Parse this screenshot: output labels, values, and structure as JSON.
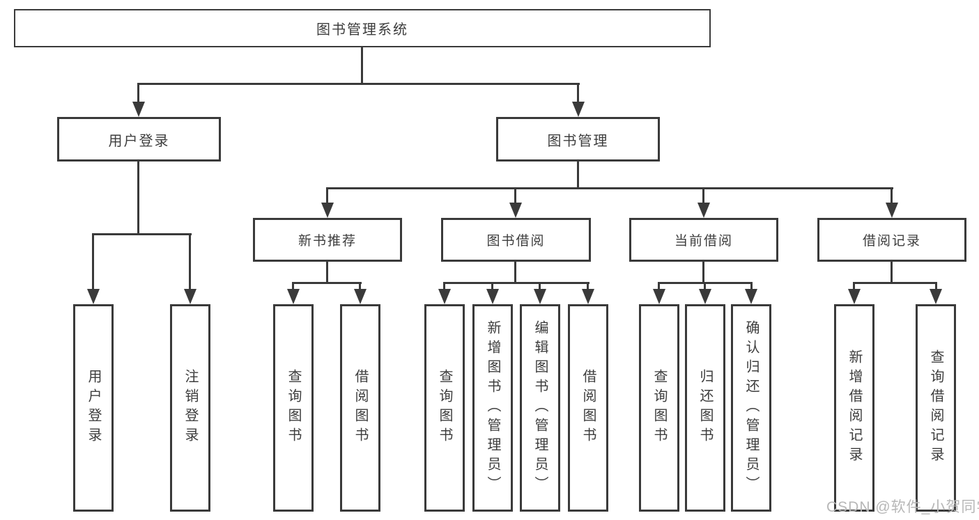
{
  "diagram": {
    "root": {
      "label": "图书管理系统"
    },
    "level2": [
      {
        "id": "user-login",
        "label": "用户登录",
        "parent": "图书管理系统"
      },
      {
        "id": "book-management",
        "label": "图书管理",
        "parent": "图书管理系统"
      }
    ],
    "level3": [
      {
        "id": "new-book-recommendation",
        "label": "新书推荐",
        "parent": "图书管理"
      },
      {
        "id": "book-borrowing",
        "label": "图书借阅",
        "parent": "图书管理"
      },
      {
        "id": "current-borrowing",
        "label": "当前借阅",
        "parent": "图书管理"
      },
      {
        "id": "borrowing-records",
        "label": "借阅记录",
        "parent": "图书管理"
      }
    ],
    "leaves": [
      {
        "label": "用户登录",
        "parent": "用户登录"
      },
      {
        "label": "注销登录",
        "parent": "用户登录"
      },
      {
        "label": "查询图书",
        "parent": "新书推荐"
      },
      {
        "label": "借阅图书",
        "parent": "新书推荐"
      },
      {
        "label": "查询图书",
        "parent": "图书借阅"
      },
      {
        "label": "新增图书（管理员）",
        "parent": "图书借阅"
      },
      {
        "label": "编辑图书（管理员）",
        "parent": "图书借阅"
      },
      {
        "label": "借阅图书",
        "parent": "图书借阅"
      },
      {
        "label": "查询图书",
        "parent": "当前借阅"
      },
      {
        "label": "归还图书",
        "parent": "当前借阅"
      },
      {
        "label": "确认归还（管理员）",
        "parent": "当前借阅"
      },
      {
        "label": "新增借阅记录",
        "parent": "借阅记录"
      },
      {
        "label": "查询借阅记录",
        "parent": "借阅记录"
      }
    ],
    "colors": {
      "line": "#3a3a3a",
      "text": "#3d3d3d",
      "background": "#ffffff",
      "watermark": "#b7b7b7"
    },
    "watermark": "CSDN @软件_小贺同学"
  }
}
